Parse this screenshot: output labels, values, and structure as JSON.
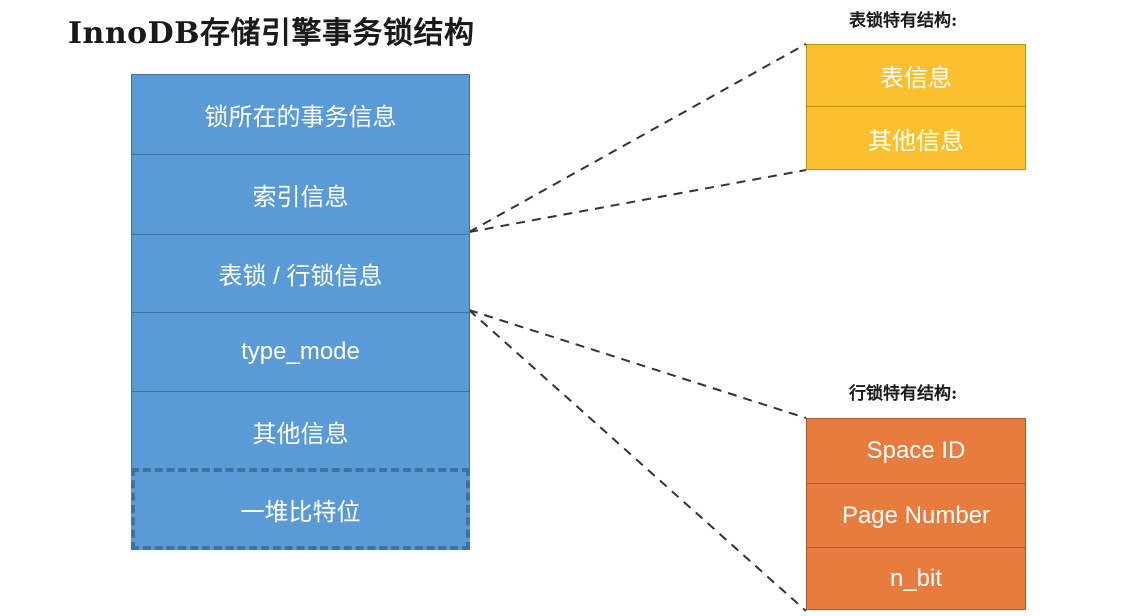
{
  "title": "InnoDB存储引擎事务锁结构",
  "main_structure": {
    "name": "lock-structure",
    "rows": [
      {
        "label": "锁所在的事务信息",
        "style": "solid"
      },
      {
        "label": "索引信息",
        "style": "solid"
      },
      {
        "label": "表锁 / 行锁信息",
        "style": "solid"
      },
      {
        "label": "type_mode",
        "style": "solid"
      },
      {
        "label": "其他信息",
        "style": "solid"
      },
      {
        "label": "一堆比特位",
        "style": "dashed"
      }
    ]
  },
  "table_lock_structure": {
    "caption": "表锁特有结构:",
    "rows": [
      {
        "label": "表信息"
      },
      {
        "label": "其他信息"
      }
    ]
  },
  "row_lock_structure": {
    "caption": "行锁特有结构:",
    "rows": [
      {
        "label": "Space ID"
      },
      {
        "label": "Page Number"
      },
      {
        "label": "n_bit"
      }
    ]
  },
  "colors": {
    "main_fill": "#5B9BD5",
    "main_border": "#41719C",
    "table_lock_fill": "#FCC02E",
    "table_lock_border": "#BF9000",
    "row_lock_fill": "#E87B3E",
    "row_lock_border": "#B05A24",
    "connector": "#333333",
    "text_on_box": "#FFFFFF",
    "title_text": "#1A1A1A",
    "background": "#FFFFFF"
  }
}
